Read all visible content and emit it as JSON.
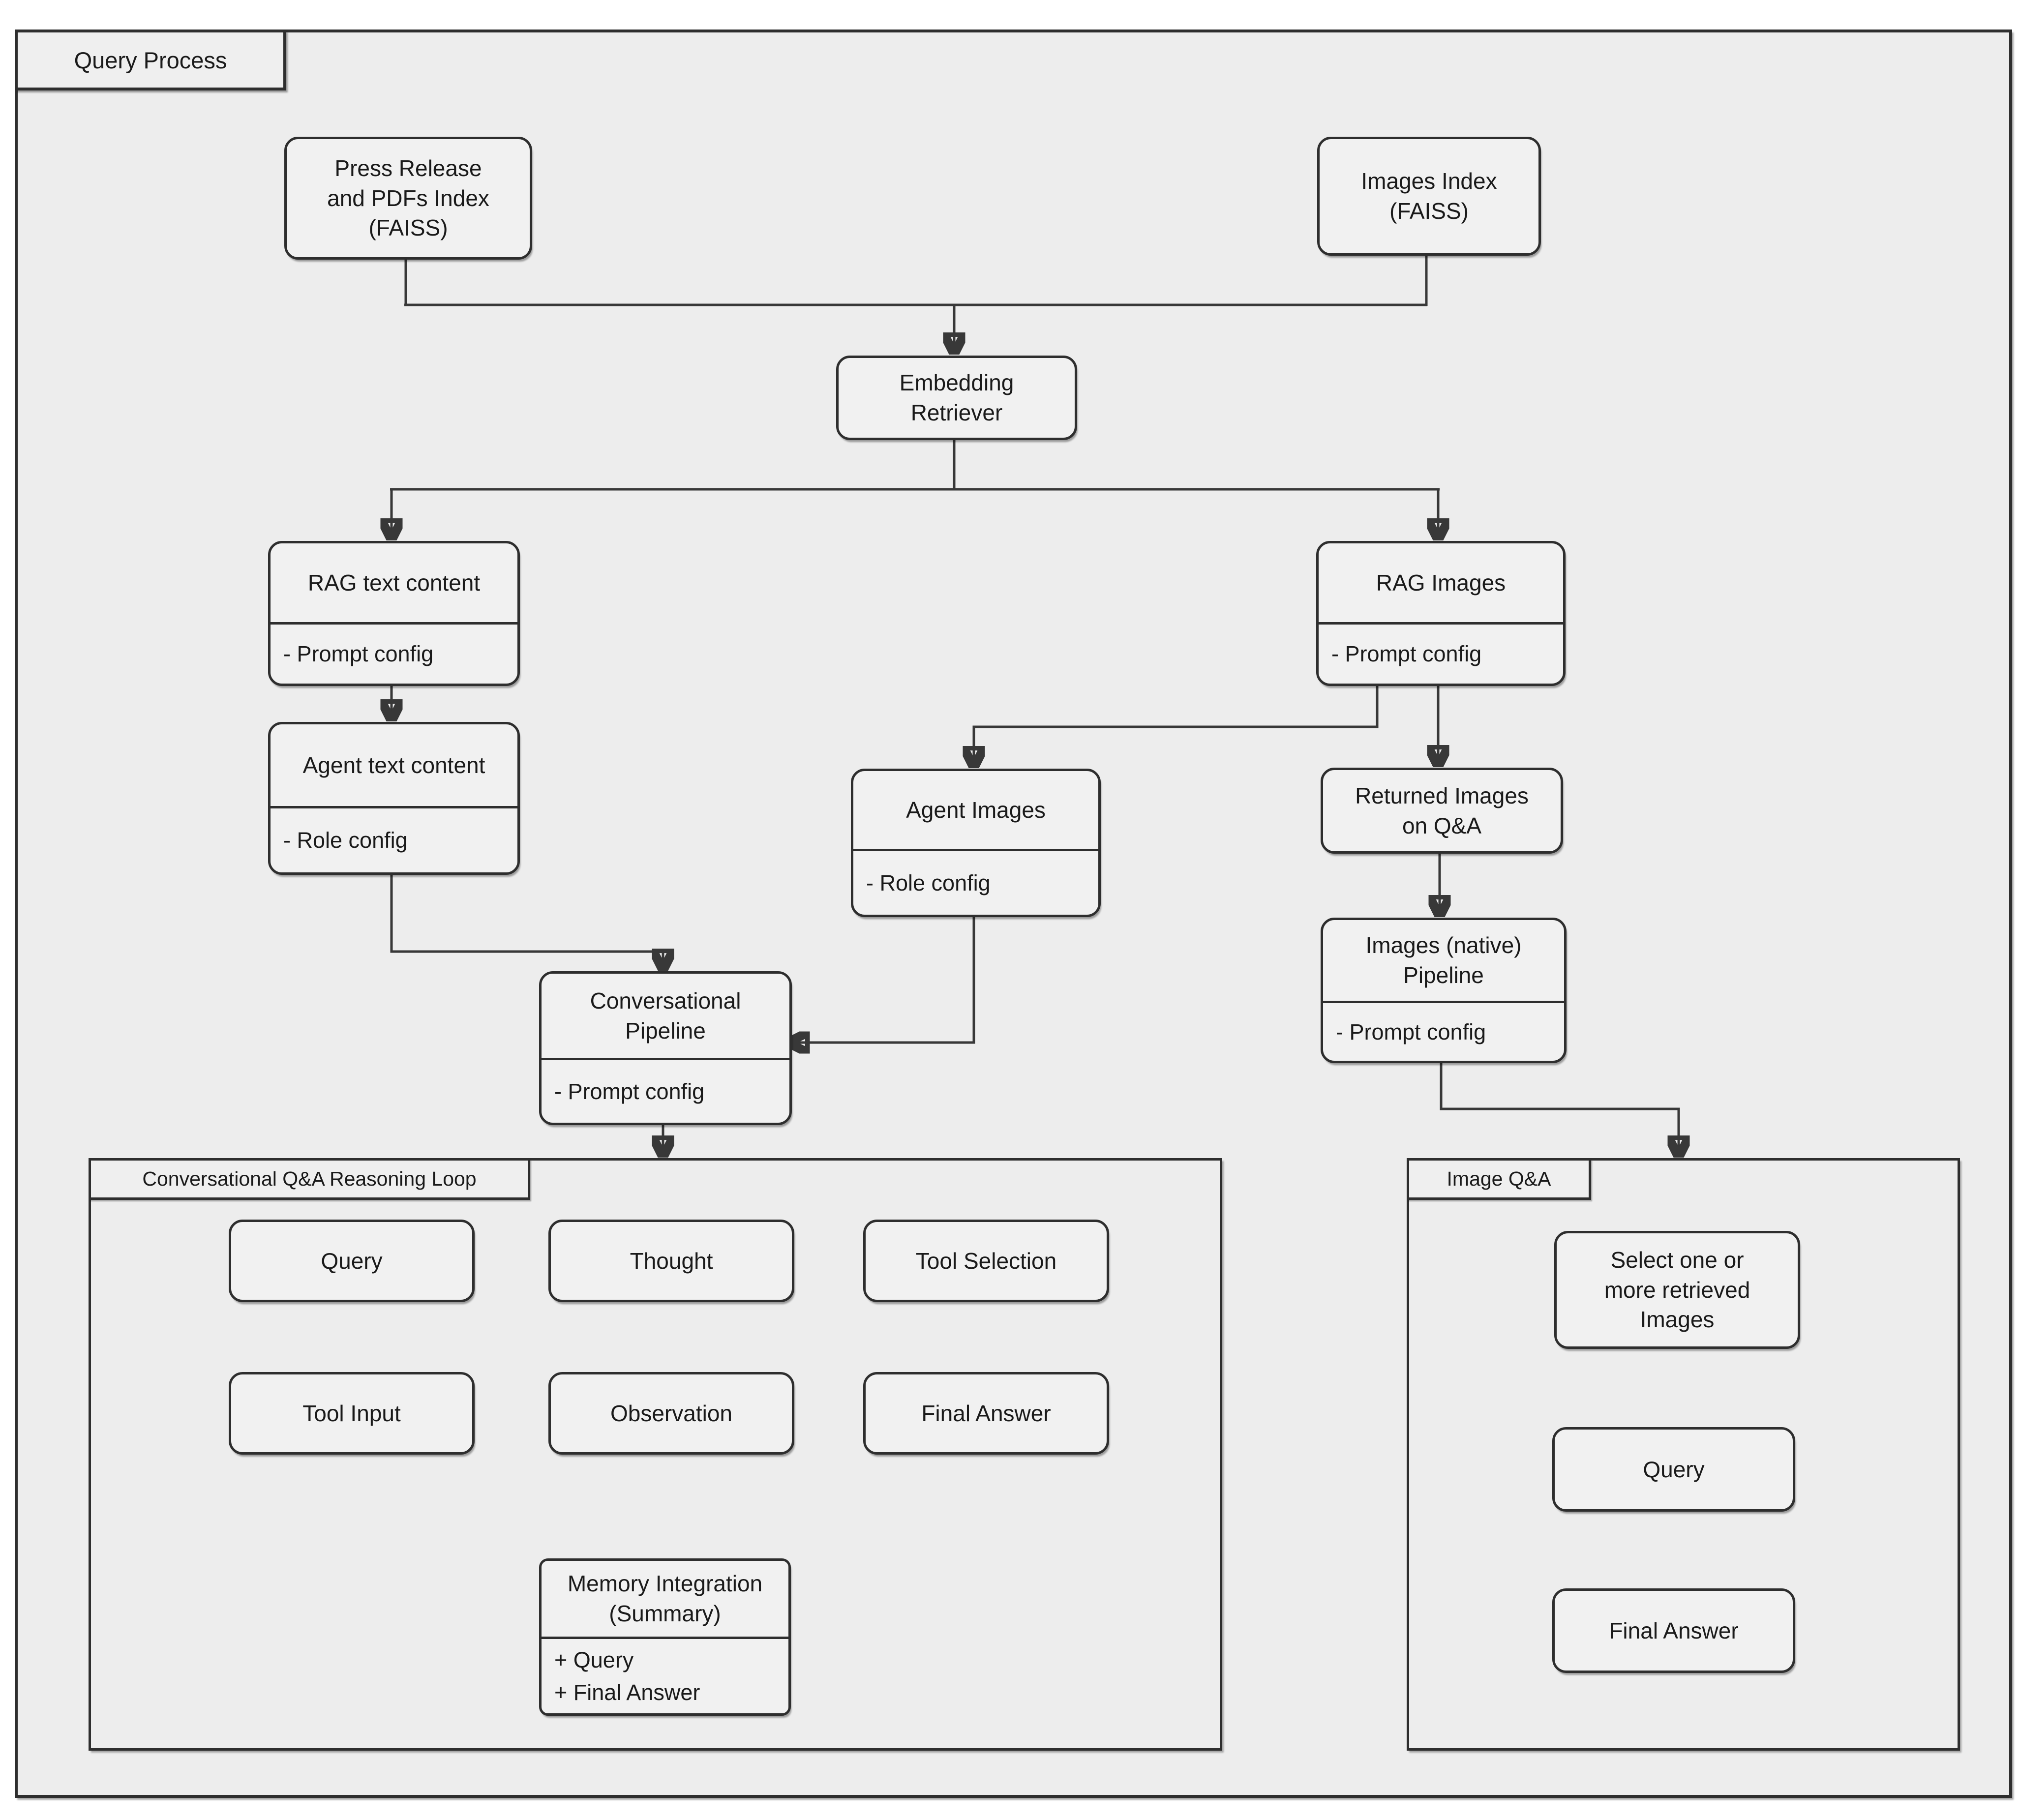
{
  "diagram_title": "Query Process",
  "colors": {
    "page_background": "#ffffff",
    "canvas_background": "#ededed",
    "node_fill": "#f1f1f1",
    "border": "#2e2e2e",
    "connector": "#383838"
  },
  "nodes": {
    "press_index": {
      "label": "Press Release\nand PDFs Index\n(FAISS)"
    },
    "images_index": {
      "label": "Images Index\n(FAISS)"
    },
    "embedding_retriever": {
      "label": "Embedding\nRetriever"
    },
    "rag_text": {
      "label": "RAG text content",
      "sub": "- Prompt config"
    },
    "rag_images": {
      "label": "RAG Images",
      "sub": "- Prompt config"
    },
    "agent_text": {
      "label": "Agent text content",
      "sub": "- Role config"
    },
    "agent_images": {
      "label": "Agent Images",
      "sub": "- Role config"
    },
    "returned_images": {
      "label": "Returned Images\non Q&A"
    },
    "images_native": {
      "label": "Images (native)\nPipeline",
      "sub": "- Prompt config"
    },
    "conversational_pipeline": {
      "label": "Conversational\nPipeline",
      "sub": "- Prompt config"
    },
    "query_loop": {
      "label": "Query"
    },
    "thought": {
      "label": "Thought"
    },
    "tool_selection": {
      "label": "Tool Selection"
    },
    "tool_input": {
      "label": "Tool Input"
    },
    "observation": {
      "label": "Observation"
    },
    "final_answer_loop": {
      "label": "Final Answer"
    },
    "memory_integration": {
      "label": "Memory Integration\n(Summary)",
      "sub": "+ Query\n+ Final Answer"
    },
    "select_images": {
      "label": "Select one or\nmore retrieved\nImages"
    },
    "query_image": {
      "label": "Query"
    },
    "final_answer_image": {
      "label": "Final Answer"
    }
  },
  "containers": {
    "reasoning_loop": {
      "label": "Conversational Q&A Reasoning Loop"
    },
    "image_qa": {
      "label": "Image Q&A"
    }
  },
  "edges": [
    {
      "from": "press_index",
      "to": "embedding_retriever"
    },
    {
      "from": "images_index",
      "to": "embedding_retriever"
    },
    {
      "from": "embedding_retriever",
      "to": "rag_text"
    },
    {
      "from": "embedding_retriever",
      "to": "rag_images"
    },
    {
      "from": "rag_text",
      "to": "agent_text"
    },
    {
      "from": "rag_images",
      "to": "agent_images"
    },
    {
      "from": "rag_images",
      "to": "returned_images"
    },
    {
      "from": "agent_text",
      "to": "conversational_pipeline"
    },
    {
      "from": "agent_images",
      "to": "conversational_pipeline"
    },
    {
      "from": "returned_images",
      "to": "images_native"
    },
    {
      "from": "images_native",
      "to": "image_qa"
    },
    {
      "from": "conversational_pipeline",
      "to": "reasoning_loop"
    },
    {
      "from": "query_loop",
      "to": "thought"
    },
    {
      "from": "thought",
      "to": "tool_selection"
    },
    {
      "from": "tool_selection",
      "to": "tool_input"
    },
    {
      "from": "tool_input",
      "to": "observation"
    },
    {
      "from": "observation",
      "to": "final_answer_loop"
    },
    {
      "from": "final_answer_loop",
      "to": "memory_integration"
    },
    {
      "from": "memory_integration",
      "to": "query_loop"
    },
    {
      "from": "select_images",
      "to": "query_image"
    },
    {
      "from": "query_image",
      "to": "final_answer_image"
    }
  ]
}
